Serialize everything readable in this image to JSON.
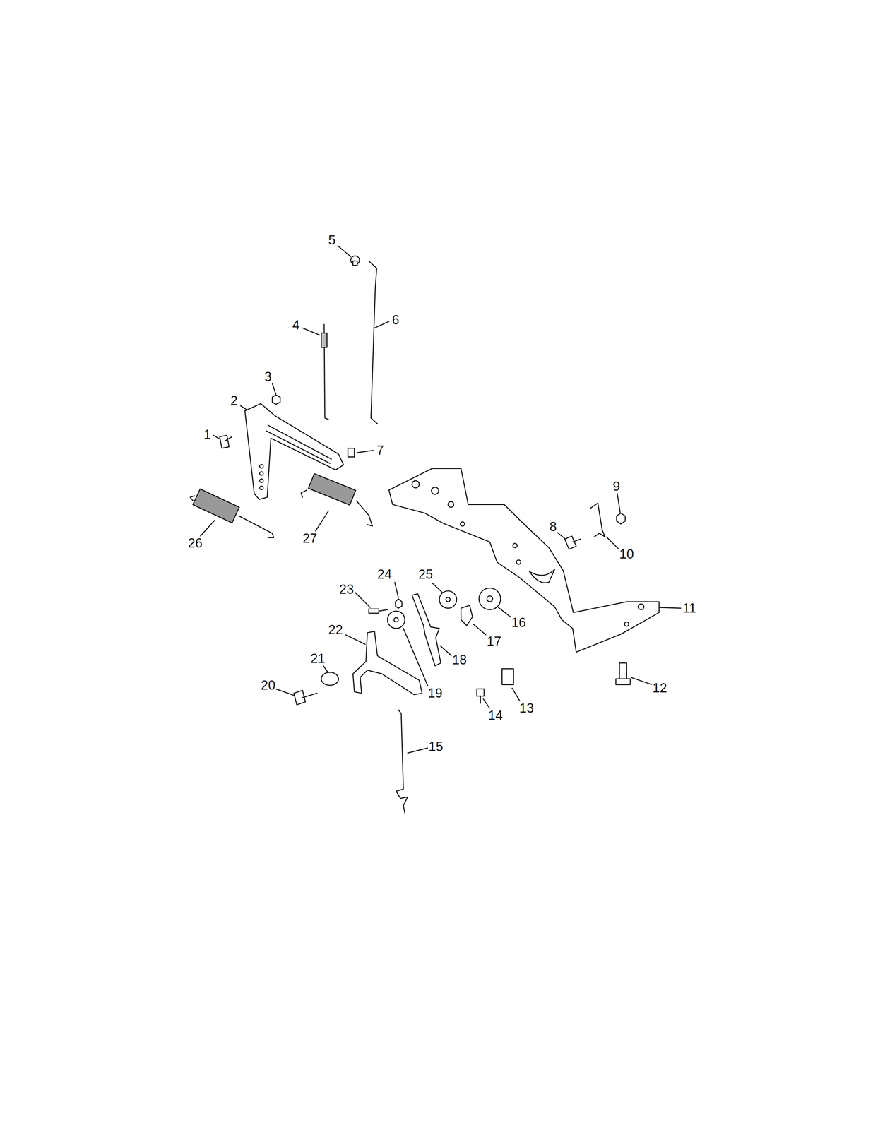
{
  "diagram": {
    "labels": [
      "1",
      "2",
      "3",
      "4",
      "5",
      "6",
      "7",
      "8",
      "9",
      "10",
      "11",
      "12",
      "13",
      "14",
      "15",
      "16",
      "17",
      "18",
      "19",
      "20",
      "21",
      "22",
      "23",
      "24",
      "25",
      "26",
      "27"
    ]
  }
}
